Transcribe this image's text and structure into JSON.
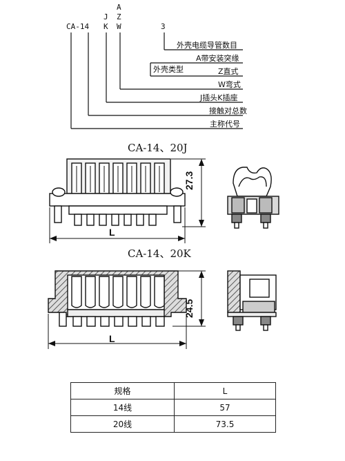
{
  "code_diagram": {
    "base_code": "CA-14",
    "type_code": [
      "J",
      "K"
    ],
    "shell_code": [
      "A",
      "Z",
      "W"
    ],
    "cable_count_code": "3",
    "labels": {
      "cable_count": "外壳电缆导管数目",
      "shell_a": "A带安装突缘",
      "shell_type": "外壳类型",
      "shell_z": "Z直式",
      "shell_w": "W弯式",
      "jk": "J插头K插座",
      "contacts": "接触对总数",
      "main_code": "主称代号"
    }
  },
  "drawing_j": {
    "title": "CA-14、20J",
    "height_dim": "27.3",
    "length_dim": "L"
  },
  "drawing_k": {
    "title": "CA-14、20K",
    "height_dim": "24.5",
    "length_dim": "L"
  },
  "spec_table": {
    "headers": [
      "规格",
      "L"
    ],
    "rows": [
      [
        "14线",
        "57"
      ],
      [
        "20线",
        "73.5"
      ]
    ]
  }
}
